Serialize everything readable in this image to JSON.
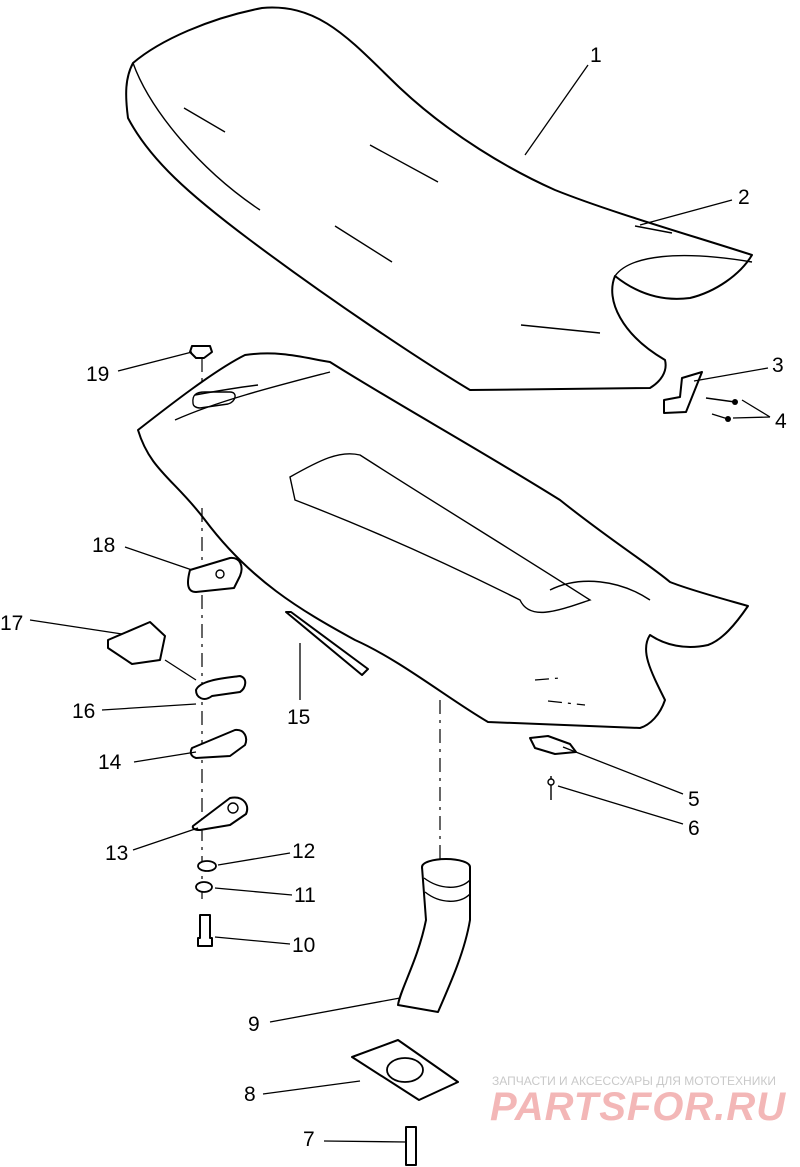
{
  "diagram": {
    "callouts": [
      {
        "id": "c1",
        "label": "1"
      },
      {
        "id": "c2",
        "label": "2"
      },
      {
        "id": "c3",
        "label": "3"
      },
      {
        "id": "c4",
        "label": "4"
      },
      {
        "id": "c5",
        "label": "5"
      },
      {
        "id": "c6",
        "label": "6"
      },
      {
        "id": "c7",
        "label": "7"
      },
      {
        "id": "c8",
        "label": "8"
      },
      {
        "id": "c9",
        "label": "9"
      },
      {
        "id": "c10",
        "label": "10"
      },
      {
        "id": "c11",
        "label": "11"
      },
      {
        "id": "c12",
        "label": "12"
      },
      {
        "id": "c13",
        "label": "13"
      },
      {
        "id": "c14",
        "label": "14"
      },
      {
        "id": "c15",
        "label": "15"
      },
      {
        "id": "c16",
        "label": "16"
      },
      {
        "id": "c17",
        "label": "17"
      },
      {
        "id": "c18",
        "label": "18"
      },
      {
        "id": "c19",
        "label": "19"
      }
    ]
  },
  "watermark": {
    "tagline": "ЗАПЧАСТИ И АКСЕССУАРЫ ДЛЯ МОТОТЕХНИКИ",
    "brand": "PARTSFOR.RU"
  }
}
